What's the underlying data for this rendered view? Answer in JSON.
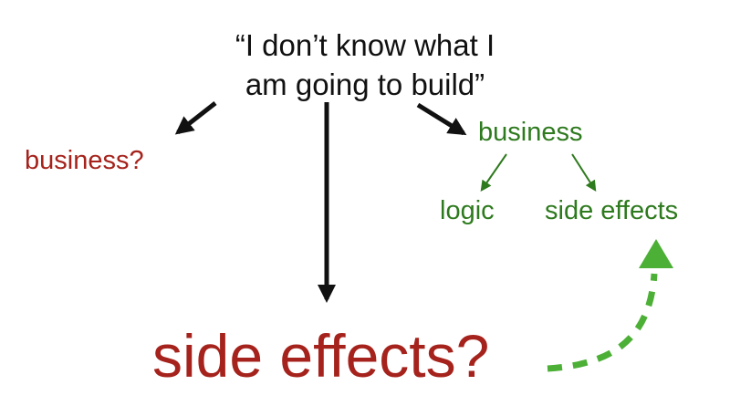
{
  "quote": {
    "line1": "“I don’t know what I",
    "line2": "am going to build”"
  },
  "left": {
    "label": "business?"
  },
  "right": {
    "label": "business",
    "children": [
      "logic",
      "side effects"
    ]
  },
  "bottom": {
    "label": "side effects?"
  },
  "colors": {
    "text_dark": "#111111",
    "red": "#a5231c",
    "green": "#2e7a1e",
    "green_light": "#4caf36"
  }
}
